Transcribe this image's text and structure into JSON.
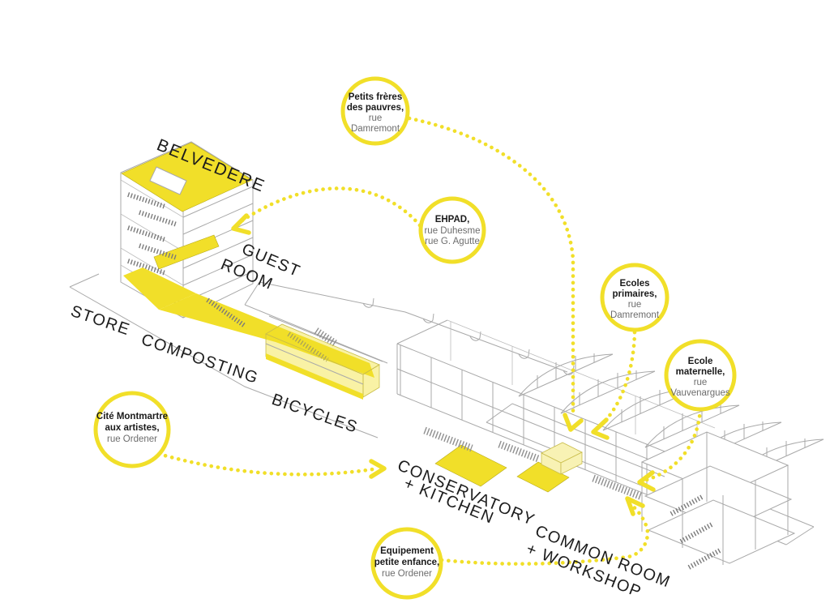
{
  "palette": {
    "background": "#ffffff",
    "accent_yellow": "#f1df29",
    "line_gray": "#a9a9a9",
    "label_text": "#1c1c1c",
    "muted_text": "#6d6d6d"
  },
  "area_labels": {
    "belvedere": "BELVEDERE",
    "guest_room_line1": "GUEST",
    "guest_room_line2": "ROOM",
    "store": "STORE",
    "composting": "COMPOSTING",
    "bicycles": "BICYCLES",
    "conservatory_line1": "CONSERVATORY",
    "conservatory_line2": "+ KITCHEN",
    "common_room_line1": "COMMON ROOM",
    "common_room_line2": "+ WORKSHOP"
  },
  "callouts": {
    "petits_freres": {
      "line1": "Petits frères",
      "line2": "des pauvres,",
      "line3": "rue",
      "line4": "Damremont"
    },
    "ehpad": {
      "line1": "EHPAD,",
      "line2": "rue Duhesme",
      "line3": "rue G. Agutte"
    },
    "ecoles_primaires": {
      "line1": "Ecoles",
      "line2": "primaires,",
      "line3": "rue",
      "line4": "Damremont"
    },
    "ecole_maternelle": {
      "line1": "Ecole",
      "line2": "maternelle,",
      "line3": "rue",
      "line4": "Vauvenargues"
    },
    "cite_montmartre": {
      "line1": "Cité Montmartre",
      "line2": "aux artistes,",
      "line3": "rue Ordener"
    },
    "equipement": {
      "line1": "Equipement",
      "line2": "petite enfance,",
      "line3": "rue Ordener"
    }
  }
}
